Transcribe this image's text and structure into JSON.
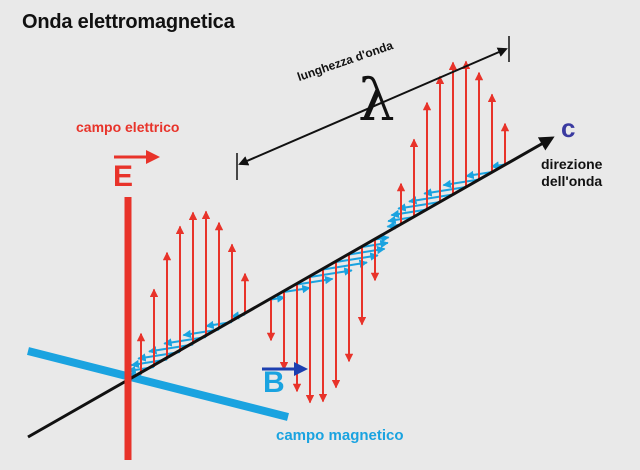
{
  "title": "Onda elettromagnetica",
  "labels": {
    "electric_field": "campo elettrico",
    "magnetic_field": "campo magnetico",
    "e_symbol": "E",
    "b_symbol": "B",
    "c_symbol": "c",
    "direction_line1": "direzione",
    "direction_line2": "dell'onda",
    "wavelength": "lunghezza d'onda",
    "lambda": "λ"
  },
  "colors": {
    "background": "#e9e9e9",
    "electric": "#e8332a",
    "magnetic": "#1aa3e0",
    "axis": "#111111",
    "vector_bar": "#1c3fb0",
    "c_label": "#3a3aa0"
  },
  "icons": [
    "vector-arrow-icon",
    "vector-arrow-icon"
  ],
  "wave": {
    "cycles": 1.5,
    "electric_arrows_per_cycle": 20,
    "magnetic_arrows_per_cycle": 20
  }
}
